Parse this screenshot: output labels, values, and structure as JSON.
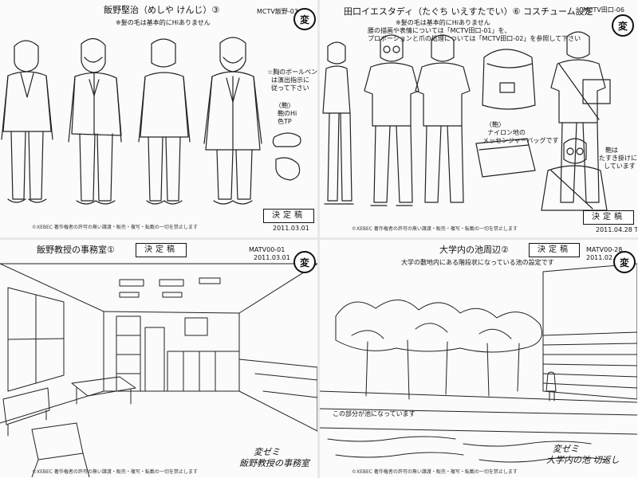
{
  "sheet1": {
    "title": "飯野堅治（めしや けんじ）③",
    "note": "※髪の毛は基本的にHiありません",
    "code": "MCTV飯野-03",
    "seal_char": "変",
    "pen_note_1": "☆胸のボールペン",
    "pen_note_2": "は演出指示に",
    "pen_note_3": "従って下さい",
    "bag_note_1": "〈鞄〉",
    "bag_note_2": "鞄のHi",
    "bag_note_3": "色TP",
    "stamp": "決定稿",
    "date": "2011.03.01",
    "copyright": "©XEBEC 著作権者の許可の無い譲渡・販売・複写・転載の一切を禁止します"
  },
  "sheet2": {
    "title": "田口イエスタディ（たぐち いえすたでい）⑥ コスチューム設定",
    "code": "MCTV田口-06",
    "seal_char": "変",
    "note_1": "※髪の毛は基本的にHiありません",
    "note_2": "腰の描画や表情については「MCTV田口-01」を、",
    "note_3": "プロポーションと爪の処理については「MCTV田口-02」を参照して下さい",
    "bag_note_1": "〈鞄〉",
    "bag_note_2": "ナイロン地の",
    "bag_note_3": "メッセンジャーバッグです",
    "strap_note_1": "鞄は",
    "strap_note_2": "たすき掛けに",
    "strap_note_3": "しています",
    "stamp": "決定稿",
    "date": "2011.04.28 T",
    "copyright": "©XEBEC 著作権者の許可の無い譲渡・販売・複写・転載の一切を禁止します"
  },
  "sheet3": {
    "title": "飯野教授の事務室①",
    "stamp": "決定稿",
    "code": "MATV00-01",
    "date": "2011.03.01",
    "seal_char": "変",
    "handwritten_1": "変ゼミ",
    "handwritten_2": "飯野教授の事務室",
    "copyright": "©XEBEC 著作権者の許可の無い譲渡・販売・複写・転載の一切を禁止します"
  },
  "sheet4": {
    "title": "大学内の池周辺②",
    "stamp": "決定稿",
    "code": "MATV00-28",
    "date": "2011.02.04",
    "seal_char": "変",
    "note": "大学の敷地内にある階段状になっている池の設定です",
    "pond_note": "この部分が池になっています",
    "handwritten_1": "変ゼミ",
    "handwritten_2": "大学内の池 切返し",
    "copyright": "©XEBEC 著作権者の許可の無い譲渡・販売・複写・転載の一切を禁止します"
  }
}
